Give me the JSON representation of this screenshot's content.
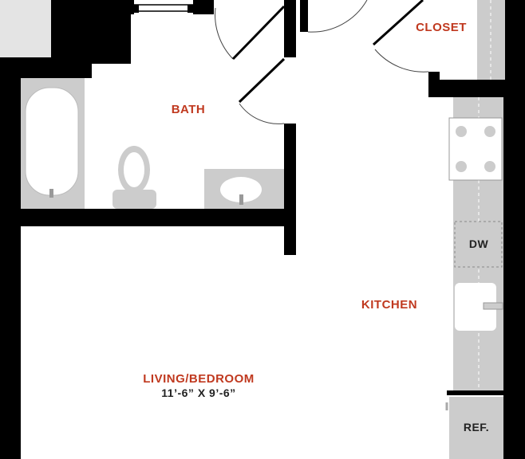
{
  "rooms": {
    "closet": "CLOSET",
    "bath": "BATH",
    "kitchen": "KITCHEN",
    "living": "LIVING/BEDROOM",
    "living_dims": "11’-6” X 9’-6”"
  },
  "appliances": {
    "dishwasher": "DW",
    "refrigerator": "REF."
  },
  "colors": {
    "label_accent": "#c0391f",
    "wall": "#000000",
    "fixture": "#cccccc"
  }
}
